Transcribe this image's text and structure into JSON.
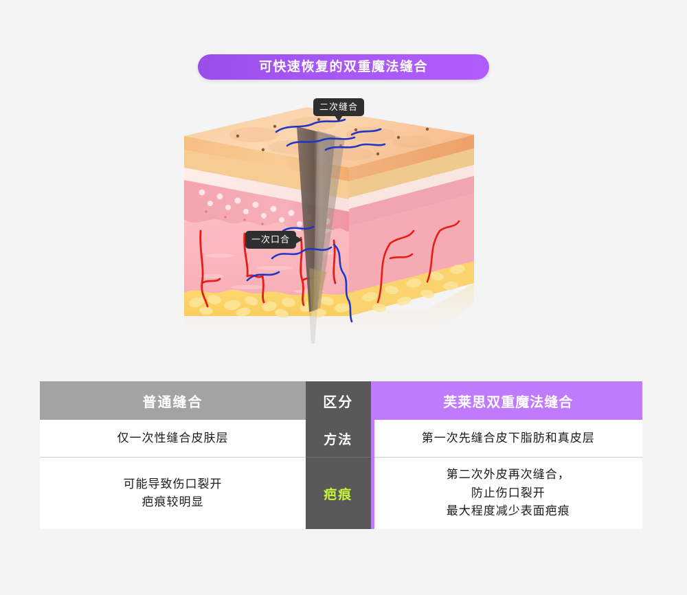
{
  "header": {
    "title": "可快速恢复的双重魔法缝合"
  },
  "illustration": {
    "name": "skin-cross-section-diagram",
    "callouts": [
      {
        "id": "secondary-suture",
        "label": "二次缝合"
      },
      {
        "id": "primary-closure",
        "label": "一次口合"
      }
    ],
    "layers": [
      {
        "name": "epidermis-surface",
        "color": "#f8c49a"
      },
      {
        "name": "epidermis-band",
        "color": "#f5b977"
      },
      {
        "name": "stratum-granulosum",
        "color": "#fbe9e6"
      },
      {
        "name": "basal-layer",
        "color": "#f2a0ab"
      },
      {
        "name": "dermis",
        "color": "#f9b7bd"
      },
      {
        "name": "subcutaneous-fat",
        "color": "#fad46a"
      }
    ],
    "colors": {
      "blood_vessel": "#e81c16",
      "suture_thread": "#1f35c4",
      "wound_wedge": "#6b5c55"
    }
  },
  "table": {
    "columns": [
      {
        "key": "ordinary",
        "header": "普通缝合"
      },
      {
        "key": "criteria",
        "header": "区分"
      },
      {
        "key": "magic",
        "header": "芙莱思双重魔法缝合"
      }
    ],
    "rows": [
      {
        "criteria": "方法",
        "criteria_accent": false,
        "ordinary": "仅一次性缝合皮肤层",
        "magic": "第一次先缝合皮下脂肪和真皮层"
      },
      {
        "criteria": "疤痕",
        "criteria_accent": true,
        "ordinary": "可能导致伤口裂开\n疤痕较明显",
        "magic": "第二次外皮再次缝合，\n防止伤口裂开\n最大程度减少表面疤痕"
      }
    ],
    "colors": {
      "header_ordinary_bg": "#a3a3a3",
      "header_criteria_bg": "#595959",
      "header_magic_bg": "#c07bfc",
      "divider": "#c07bfc",
      "accent_text": "#c7f53c"
    }
  },
  "background_color": "#f4f4f4"
}
